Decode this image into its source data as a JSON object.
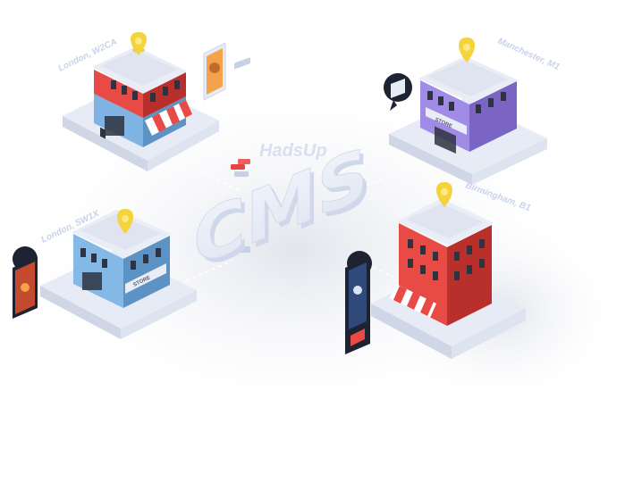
{
  "brand": {
    "name": "HadsUp",
    "center_text": "CMS"
  },
  "locations": [
    {
      "id": "london-w2ca",
      "label": "London, W2CA",
      "store_sign": "",
      "awning": true
    },
    {
      "id": "manchester",
      "label": "Manchester, M1",
      "store_sign": "STORE",
      "awning": false
    },
    {
      "id": "london-sw1x",
      "label": "London, SW1X",
      "store_sign": "STORE",
      "awning": false
    },
    {
      "id": "birmingham",
      "label": "Birmingham, B1",
      "store_sign": "",
      "awning": true
    }
  ],
  "colors": {
    "pin": "#f5d33a",
    "red": "#e84a45",
    "red_dark": "#b92f2b",
    "purple": "#a08be6",
    "purple_dark": "#7a65c4",
    "blue": "#84b8e6",
    "blue_dark": "#5d93c4",
    "platform": "#e7ebf5",
    "platform_side": "#cfd6e6",
    "label": "#c9d2ea",
    "brand_red": "#e5463f"
  },
  "icons": [
    "location-pin-icon",
    "store-building-icon",
    "digital-poster-icon",
    "digital-kiosk-icon",
    "screen-icon"
  ]
}
